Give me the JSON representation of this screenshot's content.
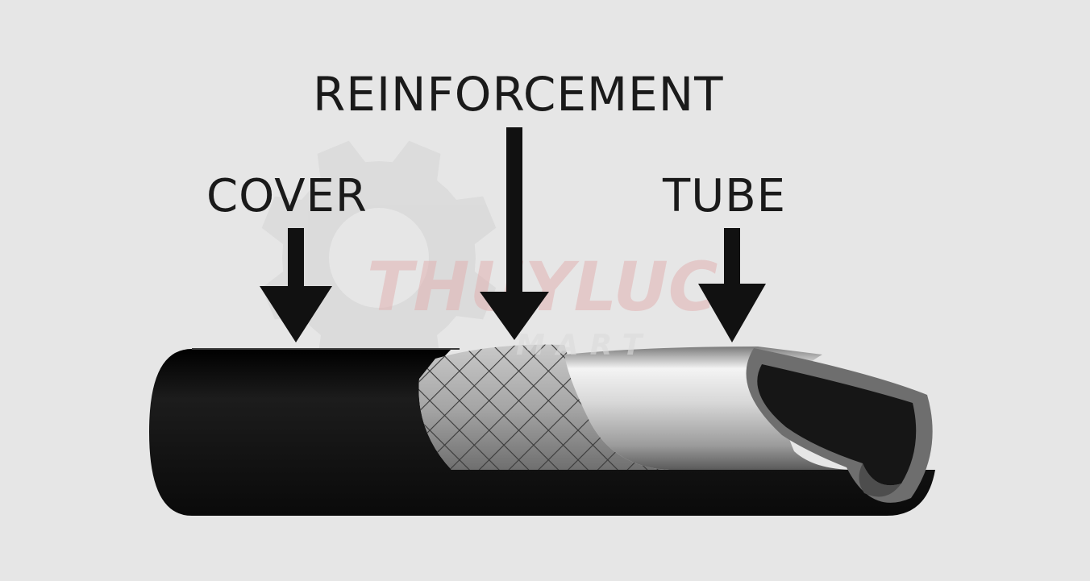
{
  "labels": {
    "reinforcement": "REINFORCEMENT",
    "cover": "COVER",
    "tube": "TUBE"
  },
  "watermark": {
    "brand": "THUYLUC",
    "sub": "MART",
    "brand_color": "#e9b9b9",
    "gear_color": "#d3d3d3"
  },
  "colors": {
    "background": "#e6e6e6",
    "cover": "#111111",
    "tube": "#bfbfbf",
    "braid": "#9a9a9a"
  }
}
